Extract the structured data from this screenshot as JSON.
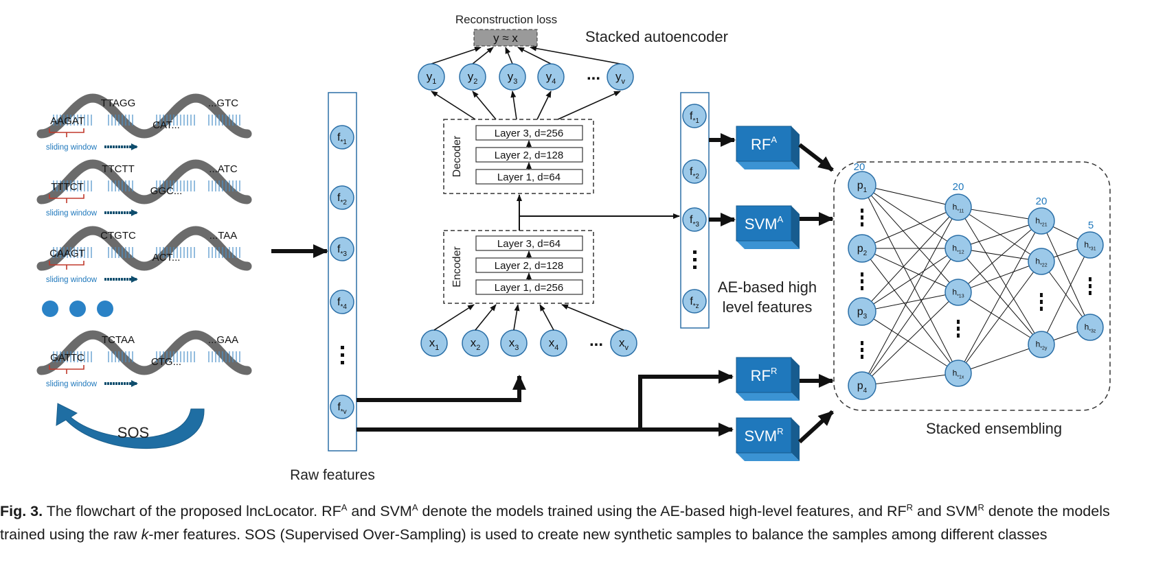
{
  "dna_rows": [
    {
      "left_kmer": "AAGAT",
      "mid_kmer": "TTAGG",
      "mid_bottom": "CAT...",
      "right_kmer": "...GTC",
      "window_label": "sliding window"
    },
    {
      "left_kmer": "TTTCT",
      "mid_kmer": "TTCTT",
      "mid_bottom": "GGC...",
      "right_kmer": "...ATC",
      "window_label": "sliding window"
    },
    {
      "left_kmer": "CAAGT",
      "mid_kmer": "CTGTC",
      "mid_bottom": "ACT...",
      "right_kmer": "...TAA",
      "window_label": "sliding window"
    },
    {
      "left_kmer": "GATTC",
      "mid_kmer": "TCTAA",
      "mid_bottom": "CTG...",
      "right_kmer": "...GAA",
      "window_label": "sliding window"
    }
  ],
  "sos_label": "SOS",
  "raw_features": {
    "label": "Raw features",
    "nodes": [
      {
        "base": "f",
        "sub": "*1"
      },
      {
        "base": "f",
        "sub": "*2"
      },
      {
        "base": "f",
        "sub": "*3"
      },
      {
        "base": "f",
        "sub": "*4"
      },
      {
        "base": "f",
        "sub": "*v"
      }
    ]
  },
  "autoencoder": {
    "title": "Stacked  autoencoder",
    "loss_label": "Reconstruction loss",
    "loss_box": "y ≈ x",
    "decoder_label": "Decoder",
    "encoder_label": "Encoder",
    "decoder_layers": [
      "Layer 3,  d=256",
      "Layer 2, d=128",
      "Layer 1, d=64"
    ],
    "encoder_layers": [
      "Layer 3,  d=64",
      "Layer 2, d=128",
      "Layer 1, d=256"
    ],
    "outputs": [
      {
        "base": "y",
        "sub": "1"
      },
      {
        "base": "y",
        "sub": "2"
      },
      {
        "base": "y",
        "sub": "3"
      },
      {
        "base": "y",
        "sub": "4"
      },
      {
        "base": "y",
        "sub": "v"
      }
    ],
    "inputs": [
      {
        "base": "x",
        "sub": "1"
      },
      {
        "base": "x",
        "sub": "2"
      },
      {
        "base": "x",
        "sub": "3"
      },
      {
        "base": "x",
        "sub": "4"
      },
      {
        "base": "x",
        "sub": "v"
      }
    ]
  },
  "ae_features": {
    "label_line1": "AE-based high",
    "label_line2": "level features",
    "nodes": [
      {
        "base": "f",
        "sub": "*1"
      },
      {
        "base": "f",
        "sub": "*2"
      },
      {
        "base": "f",
        "sub": "*3"
      },
      {
        "base": "f",
        "sub": "*z"
      }
    ]
  },
  "models": [
    {
      "base": "RF",
      "sup": "A"
    },
    {
      "base": "SVM",
      "sup": "A"
    },
    {
      "base": "RF",
      "sup": "R"
    },
    {
      "base": "SVM",
      "sup": "R"
    }
  ],
  "ensemble": {
    "label": "Stacked ensembling",
    "counts": [
      "20",
      "20",
      "20",
      "5"
    ],
    "p_nodes": [
      {
        "base": "p",
        "sub": "1"
      },
      {
        "base": "p",
        "sub": "2"
      },
      {
        "base": "p",
        "sub": "3"
      },
      {
        "base": "p",
        "sub": "4"
      }
    ],
    "h1_nodes": [
      {
        "base": "h",
        "sub": "*11"
      },
      {
        "base": "h",
        "sub": "*12"
      },
      {
        "base": "h",
        "sub": "*13"
      },
      {
        "base": "h",
        "sub": "*1x"
      }
    ],
    "h2_nodes": [
      {
        "base": "h",
        "sub": "*21"
      },
      {
        "base": "h",
        "sub": "*22"
      },
      {
        "base": "h",
        "sub": "*2y"
      }
    ],
    "h3_nodes": [
      {
        "base": "h",
        "sub": "*31"
      },
      {
        "base": "h",
        "sub": "*3z"
      }
    ]
  },
  "colors": {
    "node_fill": "#9cc9e9",
    "node_stroke": "#2a6ea6",
    "model_face": "#1f78bc",
    "model_side": "#175c8f",
    "model_top": "#3b93d3",
    "count_text": "#1f78bc",
    "strand": "#6b6b6b",
    "window_text": "#1f78bc",
    "arrow": "#111111"
  },
  "caption": {
    "lead": "Fig. 3.",
    "p1": " The flowchart of the proposed lncLocator. RF",
    "s1": "A",
    "p2": " and SVM",
    "s2": "A",
    "p3": " denote the models trained using the AE-based high-level features, and RF",
    "s3": "R",
    "p4": " and SVM",
    "s4": "R",
    "p5": " denote the models trained using the raw ",
    "k": "k",
    "p6": "-mer features. SOS (Supervised Over-Sampling) is used to create new synthetic samples to balance the samples among different classes"
  }
}
